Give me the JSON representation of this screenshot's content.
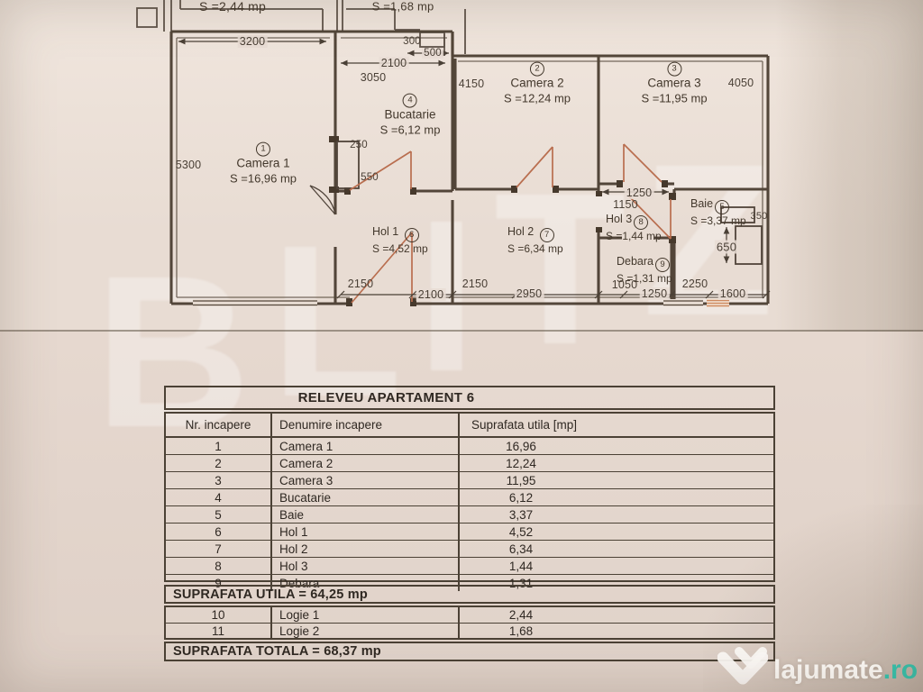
{
  "plan": {
    "logie1_area": "S =2,44 mp",
    "logie2_area": "S =1,68 mp",
    "rooms": [
      {
        "num": "1",
        "name": "Camera 1",
        "area": "S =16,96 mp"
      },
      {
        "num": "2",
        "name": "Camera 2",
        "area": "S =12,24 mp"
      },
      {
        "num": "3",
        "name": "Camera 3",
        "area": "S =11,95 mp"
      },
      {
        "num": "4",
        "name": "Bucatarie",
        "area": "S =6,12 mp"
      },
      {
        "num": "5",
        "name": "Baie",
        "area": "S =3,37 mp"
      },
      {
        "num": "6",
        "name": "Hol 1",
        "area": "S =4,52 mp"
      },
      {
        "num": "7",
        "name": "Hol 2",
        "area": "S =6,34 mp"
      },
      {
        "num": "8",
        "name": "Hol 3",
        "area": "S =1,44 mp"
      },
      {
        "num": "9",
        "name": "Debara",
        "area": "S =1,31 mp"
      }
    ],
    "dims": {
      "d3200": "3200",
      "d2100_top": "2100",
      "d3050": "3050",
      "d300": "300",
      "d500": "500",
      "d4150": "4150",
      "d4050": "4050",
      "d5300": "5300",
      "d250": "250",
      "d550": "550",
      "d2150_a": "2150",
      "d2100_b": "2100",
      "d2150_b": "2150",
      "d2950": "2950",
      "d1250_top": "1250",
      "d1150": "1150",
      "d1050": "1050",
      "d1250_b": "1250",
      "d2250": "2250",
      "d1600": "1600",
      "d650": "650",
      "d350": "350"
    }
  },
  "table": {
    "title": "RELEVEU APARTAMENT 6",
    "headers": [
      "Nr. incapere",
      "Denumire incapere",
      "Suprafata utila [mp]"
    ],
    "rows": [
      [
        "1",
        "Camera 1",
        "16,96"
      ],
      [
        "2",
        "Camera 2",
        "12,24"
      ],
      [
        "3",
        "Camera 3",
        "11,95"
      ],
      [
        "4",
        "Bucatarie",
        "6,12"
      ],
      [
        "5",
        "Baie",
        "3,37"
      ],
      [
        "6",
        "Hol 1",
        "4,52"
      ],
      [
        "7",
        "Hol 2",
        "6,34"
      ],
      [
        "8",
        "Hol 3",
        "1,44"
      ],
      [
        "9",
        "Debara",
        "1,31"
      ]
    ],
    "subtotal": "SUPRAFATA UTILA = 64,25 mp",
    "extra_rows": [
      [
        "10",
        "Logie 1",
        "2,44"
      ],
      [
        "11",
        "Logie 2",
        "1,68"
      ]
    ],
    "total": "SUPRAFATA TOTALA = 68,37 mp"
  },
  "watermarks": {
    "blitz_letters": [
      "B",
      "L",
      "I",
      "T",
      "Z"
    ],
    "site_name": "lajumate",
    "site_tld": ".ro",
    "accent_color": "#34c2ac"
  }
}
